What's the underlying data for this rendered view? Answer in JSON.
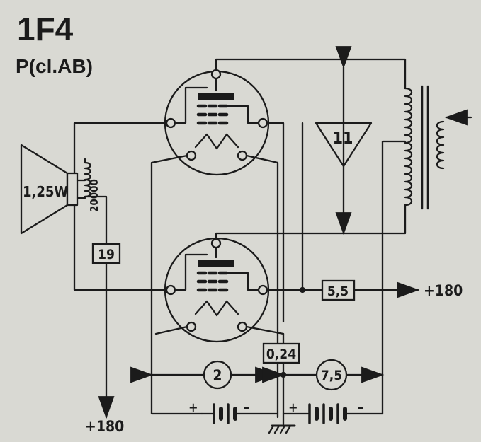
{
  "title": {
    "tube": "1F4",
    "mode": "P(cl.AB)"
  },
  "speaker": {
    "power": "1,25W",
    "impedance": "20000"
  },
  "labels": {
    "r19": "19",
    "r55": "5,5",
    "r024": "0,24",
    "v2": "2",
    "v75": "7,5",
    "tri11": "11"
  },
  "supply": {
    "top_right": "+180",
    "bottom_left": "+180"
  },
  "battery": {
    "plus": "+",
    "minus": "–"
  },
  "colors": {
    "ink": "#1b1b1b",
    "paper": "#d9d9d3"
  }
}
